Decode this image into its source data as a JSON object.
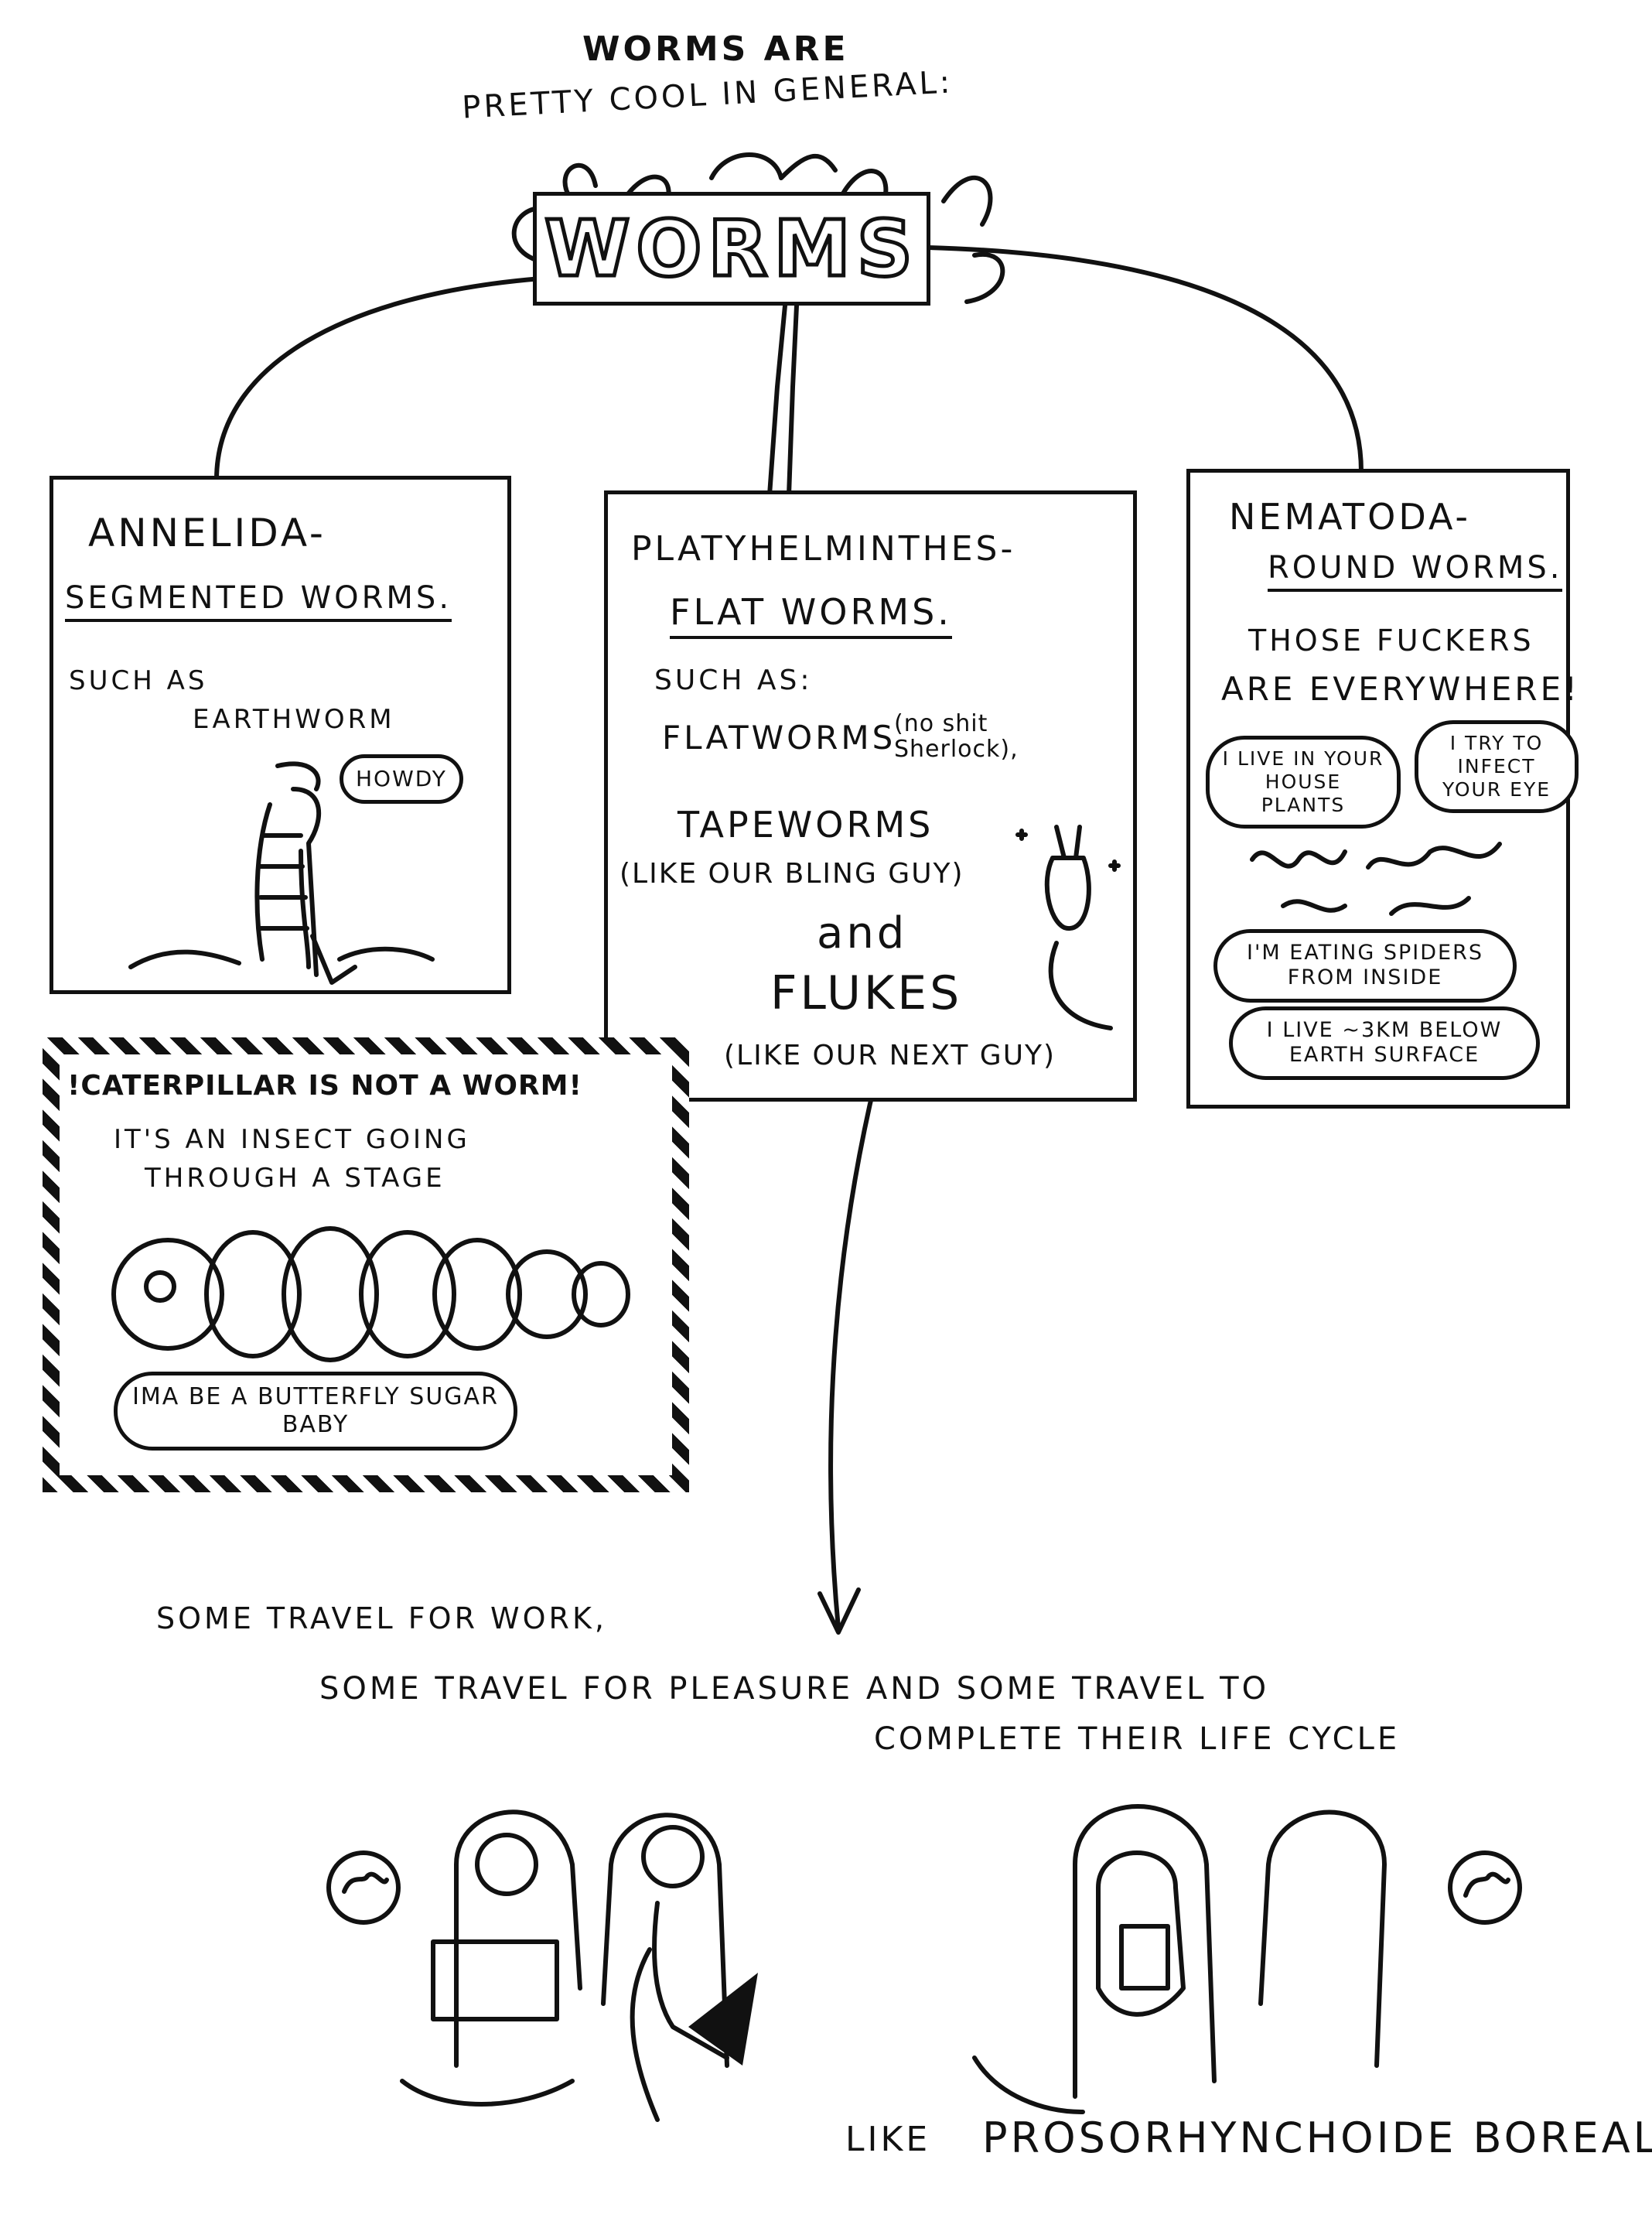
{
  "header": {
    "line1": "WORMS ARE",
    "line2": "PRETTY COOL IN GENERAL:",
    "banner": "WORMS"
  },
  "annelida": {
    "title": "ANNELIDA-",
    "subtitle": "SEGMENTED WORMS.",
    "such_as": "SUCH AS",
    "example": "EARTHWORM",
    "speech": "HOWDY"
  },
  "platyhelminthes": {
    "title": "PLATYHELMINTHES-",
    "subtitle": "FLAT WORMS.",
    "such_as": "SUCH AS:",
    "item1": "FLATWORMS",
    "item1_note": "(no shit Sherlock),",
    "item2": "TAPEWORMS",
    "item2_note": "(LIKE OUR BLING GUY)",
    "and": "and",
    "item3": "FLUKES",
    "item3_note": "(LIKE OUR NEXT GUY)"
  },
  "nematoda": {
    "title": "NEMATODA-",
    "subtitle": "ROUND WORMS.",
    "line1": "THOSE FUCKERS",
    "line2": "ARE EVERYWHERE!",
    "bubbles": [
      "I LIVE IN YOUR HOUSE PLANTS",
      "I TRY TO INFECT YOUR EYE",
      "I'M EATING SPIDERS FROM INSIDE",
      "I LIVE ~3KM BELOW EARTH SURFACE"
    ]
  },
  "caterpillar": {
    "line1": "!CATERPILLAR IS NOT A WORM!",
    "line2": "IT'S AN INSECT GOING",
    "line3": "THROUGH A STAGE",
    "speech": "IMA BE A BUTTERFLY SUGAR BABY"
  },
  "travel": {
    "line1": "SOME TRAVEL FOR WORK,",
    "line2": "SOME TRAVEL FOR PLEASURE AND SOME TRAVEL TO",
    "line3": "COMPLETE THEIR LIFE CYCLE",
    "like": "LIKE",
    "species": "PROSORHYNCHOIDE BOREALIS"
  }
}
